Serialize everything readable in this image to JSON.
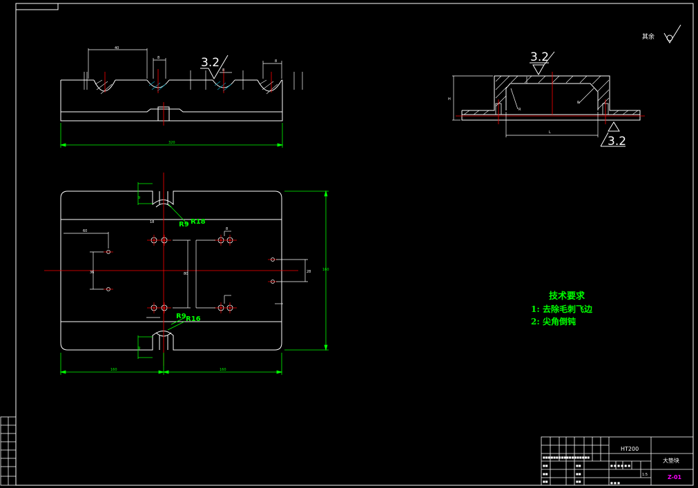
{
  "colors": {
    "background": "#000000",
    "outline": "#ffffff",
    "dimension": "#00ff00",
    "centerline": "#ff0000",
    "hatch": "#00a8c0",
    "annotation": "#00ff00",
    "drawing_no": "#ff00ff"
  },
  "roughness": {
    "surface_mark_1": "3.2",
    "surface_mark_2": "3.2",
    "surface_mark_3": "3.2",
    "rest_label": "其余"
  },
  "radii": {
    "top_small": "R9",
    "top_large": "R18",
    "bottom_small": "R9",
    "bottom_large": "R16"
  },
  "tech_requirements": {
    "title": "技术要求",
    "items": [
      "1: 去除毛刺飞边",
      "2: 尖角倒钝"
    ]
  },
  "title_block": {
    "material": "HT200",
    "part_name": "大垫块",
    "drawing_no": "Z-01",
    "scale": "1:5"
  }
}
